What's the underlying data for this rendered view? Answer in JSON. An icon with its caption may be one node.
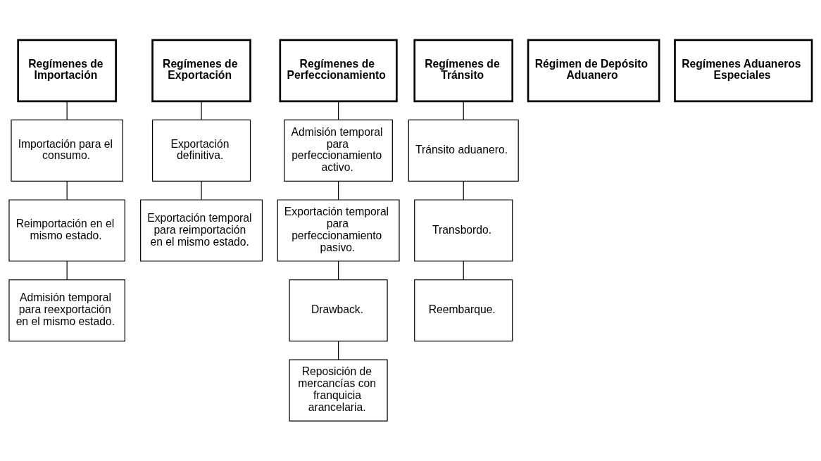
{
  "diagram": {
    "nodes": [
      {
        "text": [
          "Regímenes de Importación"
        ]
      },
      {
        "text": [
          "Regímenes de Exportación"
        ]
      },
      {
        "text": [
          "Regímenes de Perfeccionamiento"
        ]
      },
      {
        "text": [
          "Regímenes de Tránsito"
        ]
      },
      {
        "text": [
          "Régimen de Depósito Aduanero"
        ]
      },
      {
        "text": [
          "Regímenes Aduaneros Especiales"
        ]
      },
      {
        "text": [
          "Importación para el consumo."
        ]
      },
      {
        "text": [
          "Reimportación en el mismo estado."
        ]
      },
      {
        "text": [
          "Admisión temporal para reexportación en el mismo estado."
        ]
      },
      {
        "text": [
          "Exportación definitiva."
        ]
      },
      {
        "text": [
          "Exportación temporal para reimportación en el mismo estado."
        ]
      },
      {
        "text": [
          "Admisión temporal para perfeccionamiento activo."
        ]
      },
      {
        "text": [
          "Exportación temporal para perfeccionamiento pasivo."
        ]
      },
      {
        "text": [
          "Drawback."
        ]
      },
      {
        "text": [
          "Reposición de mercancías con franquicia arancelaria."
        ]
      },
      {
        "text": [
          "Tránsito aduanero."
        ]
      },
      {
        "text": [
          "Transbordo."
        ]
      },
      {
        "text": [
          "Reembarque."
        ]
      }
    ],
    "edges": [
      {
        "from": 0,
        "to": 6,
        "arrow": "none"
      },
      {
        "from": 6,
        "to": 7,
        "arrow": "none"
      },
      {
        "from": 7,
        "to": 8,
        "arrow": "none"
      },
      {
        "from": 1,
        "to": 9,
        "arrow": "none"
      },
      {
        "from": 9,
        "to": 10,
        "arrow": "none"
      },
      {
        "from": 2,
        "to": 11,
        "arrow": "none"
      },
      {
        "from": 11,
        "to": 12,
        "arrow": "none"
      },
      {
        "from": 12,
        "to": 13,
        "arrow": "none"
      },
      {
        "from": 13,
        "to": 14,
        "arrow": "none"
      },
      {
        "from": 3,
        "to": 15,
        "arrow": "none"
      },
      {
        "from": 15,
        "to": 16,
        "arrow": "none"
      },
      {
        "from": 16,
        "to": 17,
        "arrow": "none"
      }
    ]
  }
}
